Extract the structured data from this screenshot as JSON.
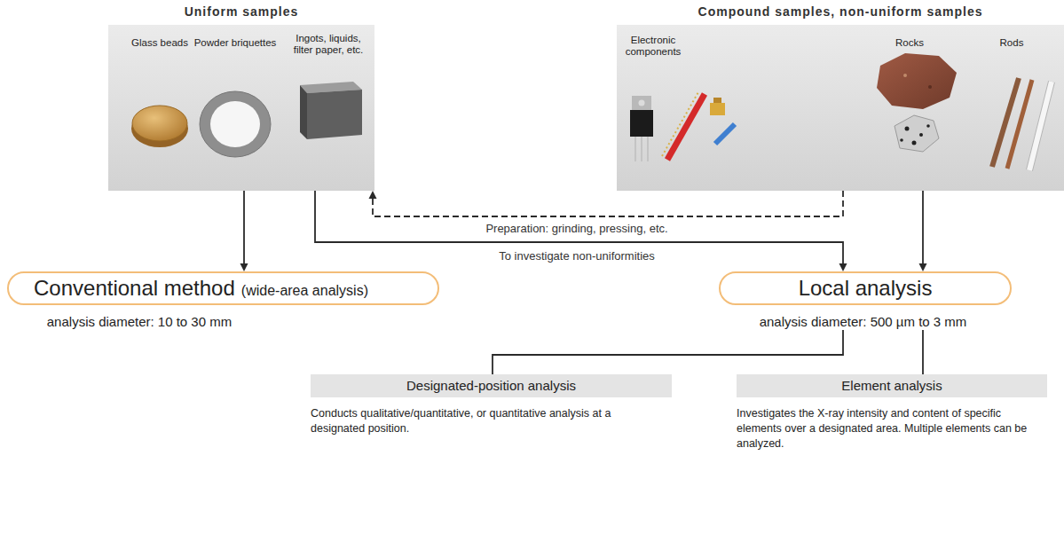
{
  "diagram": {
    "nodes": [
      {
        "text": [
          "Uniform samples",
          "Glass beads",
          "Powder briquettes",
          "Ingots, liquids, filter paper, etc."
        ]
      },
      {
        "text": [
          "Compound samples, non-uniform samples",
          "Electronic components",
          "Rocks",
          "Rods"
        ]
      },
      {
        "text": [
          "Conventional method",
          "(wide-area analysis)",
          "analysis diameter: 10 to 30 mm"
        ]
      },
      {
        "text": [
          "Local analysis",
          "analysis diameter: 500 µm to 3 mm"
        ]
      },
      {
        "text": [
          "Designated-position analysis",
          "Conducts qualitative/quantitative, or quantitative analysis at a designated position."
        ]
      },
      {
        "text": [
          "Element analysis",
          "Investigates the X-ray intensity and content of specific elements over a designated area. Multiple elements can be analyzed."
        ]
      }
    ],
    "edges": [
      {
        "from": 0,
        "to": 2,
        "arrow": "to"
      },
      {
        "from": 0,
        "to": 3,
        "arrow": "to",
        "label": "To investigate non-uniformities"
      },
      {
        "from": 1,
        "to": 0,
        "arrow": "to",
        "label": "Preparation: grinding, pressing, etc."
      },
      {
        "from": 1,
        "to": 3,
        "arrow": "to"
      },
      {
        "from": 3,
        "to": 4,
        "arrow": "none"
      },
      {
        "from": 3,
        "to": 5,
        "arrow": "none"
      }
    ]
  }
}
